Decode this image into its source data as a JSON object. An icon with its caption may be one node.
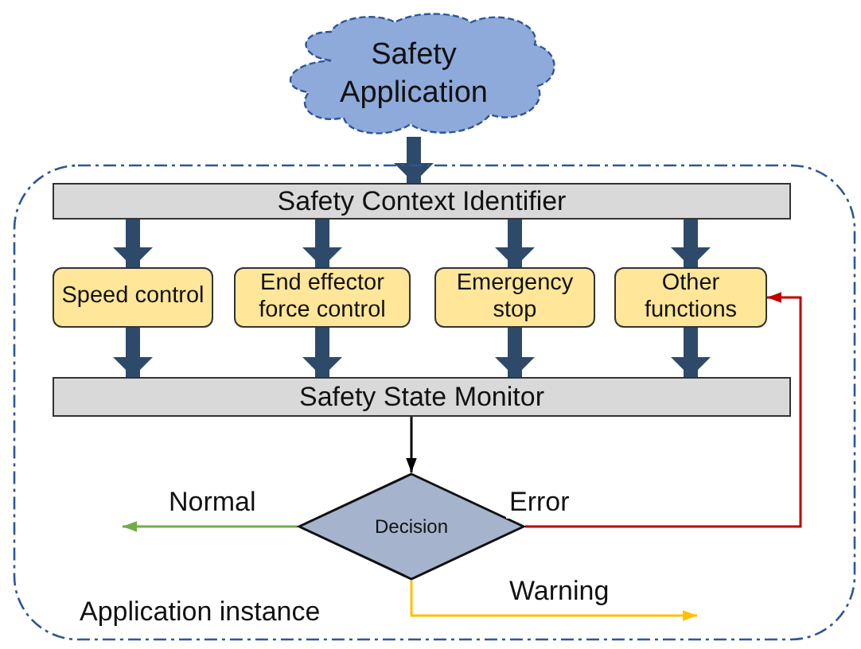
{
  "diagram": {
    "nodes": [
      {
        "text": [
          "Safety Application"
        ]
      },
      {
        "text": [
          "Application instance"
        ]
      },
      {
        "text": [
          "Safety Context Identifier"
        ],
        "in": 1
      },
      {
        "text": [
          "Speed control"
        ],
        "in": 1
      },
      {
        "text": [
          "End effector force control"
        ],
        "in": 1
      },
      {
        "text": [
          "Emergency stop"
        ],
        "in": 1
      },
      {
        "text": [
          "Other functions"
        ],
        "in": 1
      },
      {
        "text": [
          "Safety State Monitor"
        ],
        "in": 1
      },
      {
        "text": [
          "Decision"
        ],
        "in": 1
      }
    ],
    "edges": [
      {
        "from": 0,
        "to": 2,
        "arrow": "to"
      },
      {
        "from": 2,
        "to": 3,
        "arrow": "to"
      },
      {
        "from": 2,
        "to": 4,
        "arrow": "to"
      },
      {
        "from": 2,
        "to": 5,
        "arrow": "to"
      },
      {
        "from": 2,
        "to": 6,
        "arrow": "to"
      },
      {
        "from": 3,
        "to": 7,
        "arrow": "to"
      },
      {
        "from": 4,
        "to": 7,
        "arrow": "to"
      },
      {
        "from": 5,
        "to": 7,
        "arrow": "to"
      },
      {
        "from": 6,
        "to": 7,
        "arrow": "to"
      },
      {
        "from": 7,
        "to": 8,
        "arrow": "to",
        "color": "#000000"
      },
      {
        "from": 8,
        "to": null,
        "arrow": "to",
        "label": "Normal",
        "color": "#70ad47"
      },
      {
        "from": 8,
        "to": 6,
        "arrow": "to",
        "label": "Error",
        "color": "#c00000"
      },
      {
        "from": 8,
        "to": null,
        "arrow": "to",
        "label": "Warning",
        "color": "#ffc000"
      }
    ]
  }
}
